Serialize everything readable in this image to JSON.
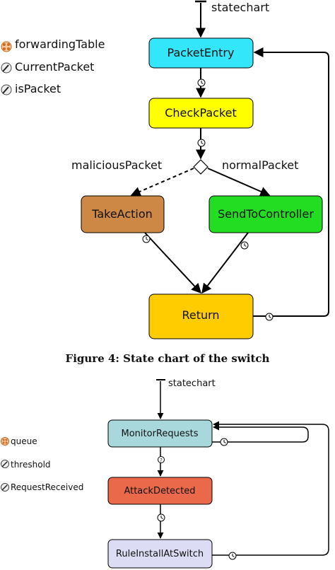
{
  "figure1": {
    "statechart_label": "statechart",
    "variables": [
      {
        "name": "forwardingTable",
        "icon": "collection-icon"
      },
      {
        "name": "CurrentPacket",
        "icon": "variable-icon"
      },
      {
        "name": "isPacket",
        "icon": "variable-icon"
      }
    ],
    "states": {
      "packet_entry": {
        "label": "PacketEntry",
        "fill": "#33E6FA"
      },
      "check_packet": {
        "label": "CheckPacket",
        "fill": "#FFFF00"
      },
      "take_action": {
        "label": "TakeAction",
        "fill": "#CC8844"
      },
      "send_to_controller": {
        "label": "SendToController",
        "fill": "#22DD22"
      },
      "return": {
        "label": "Return",
        "fill": "#FFCC00"
      }
    },
    "branch_labels": {
      "left": "maliciousPacket",
      "right": "normalPacket"
    },
    "caption": "Figure 4: State chart of the switch"
  },
  "figure2": {
    "statechart_label": "statechart",
    "variables": [
      {
        "name": "queue",
        "icon": "collection-icon"
      },
      {
        "name": "threshold",
        "icon": "variable-icon"
      },
      {
        "name": "RequestReceived",
        "icon": "variable-icon"
      }
    ],
    "states": {
      "monitor_requests": {
        "label": "MonitorRequests",
        "fill": "#A9D8DC"
      },
      "attack_detected": {
        "label": "AttackDetected",
        "fill": "#E9694A"
      },
      "rule_install": {
        "label": "RuleInstallAtSwitch",
        "fill": "#DCDCF4"
      }
    }
  }
}
